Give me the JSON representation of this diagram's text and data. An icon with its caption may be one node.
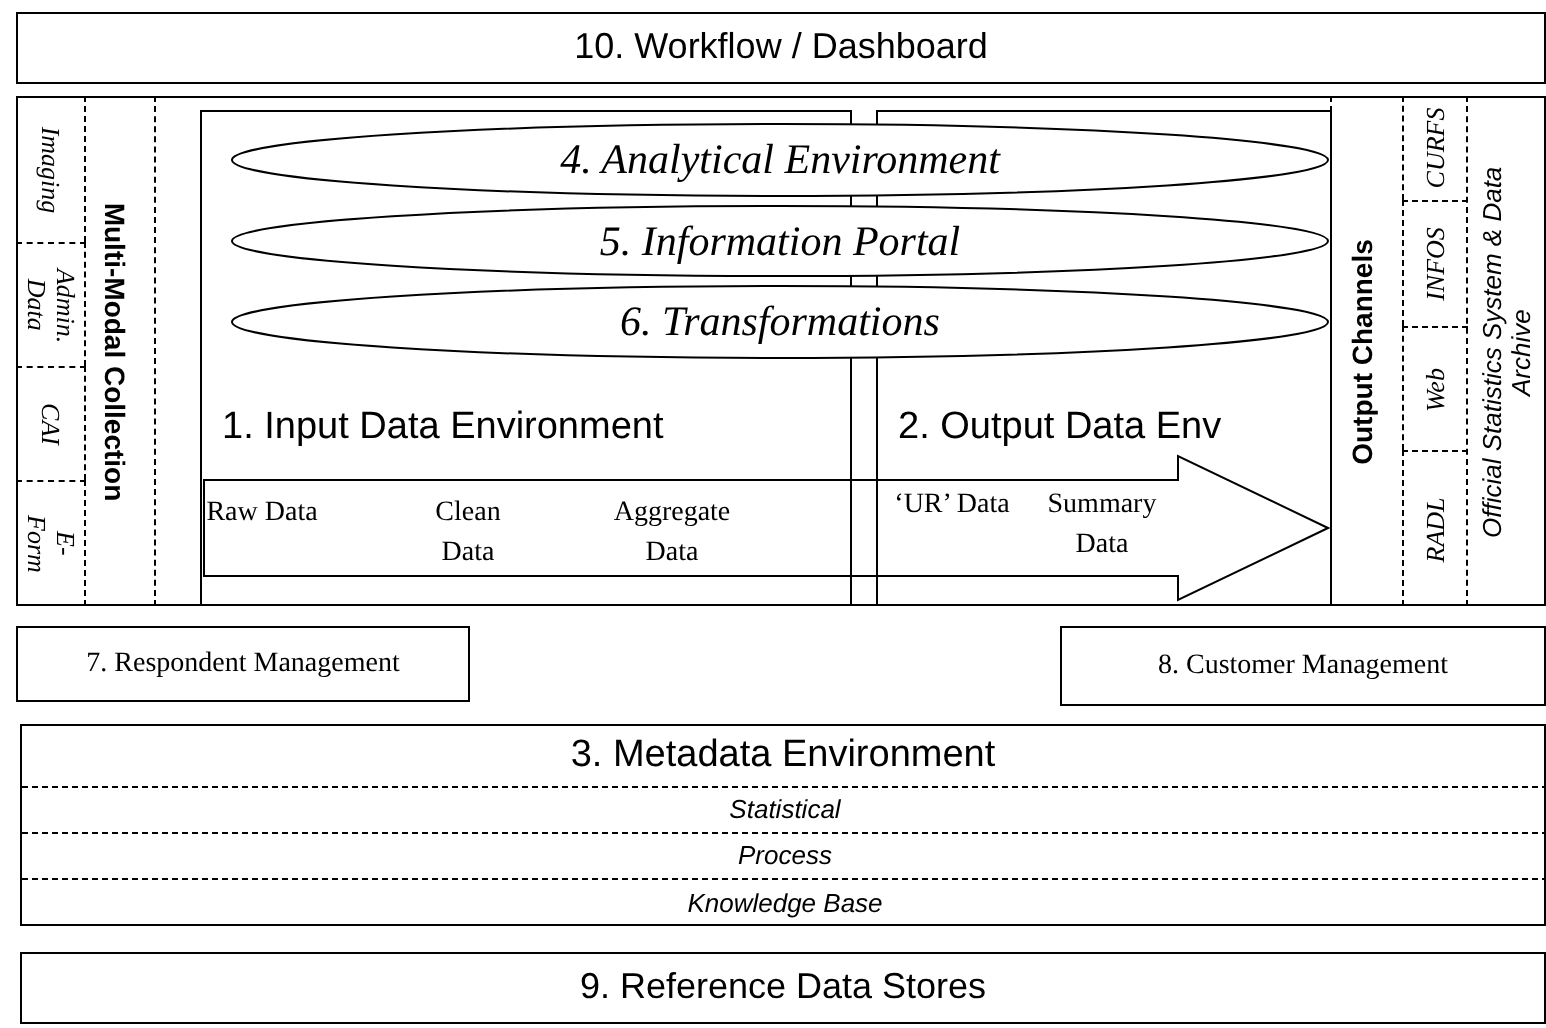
{
  "diagram": {
    "nodes": [
      {
        "text": [
          "10. Workflow / Dashboard"
        ]
      },
      {
        "text": [
          "Multi-Modal Collection"
        ]
      },
      {
        "text": [
          "Imaging"
        ],
        "in": 1
      },
      {
        "text": [
          "Admin. Data"
        ],
        "in": 1
      },
      {
        "text": [
          "CAI"
        ],
        "in": 1
      },
      {
        "text": [
          "E-Form"
        ],
        "in": 1
      },
      {
        "text": [
          "4. Analytical Environment"
        ]
      },
      {
        "text": [
          "5. Information Portal"
        ]
      },
      {
        "text": [
          "6. Transformations"
        ]
      },
      {
        "text": [
          "1. Input Data Environment"
        ]
      },
      {
        "text": [
          "2. Output Data Env"
        ]
      },
      {
        "text": [
          "Raw Data",
          "Clean Data",
          "Aggregate Data",
          "‘UR’ Data",
          "Summary Data"
        ]
      },
      {
        "text": [
          "Output Channels"
        ]
      },
      {
        "text": [
          "RADL"
        ],
        "in": 12
      },
      {
        "text": [
          "Web"
        ],
        "in": 12
      },
      {
        "text": [
          "INFOS"
        ],
        "in": 12
      },
      {
        "text": [
          "CURFS"
        ],
        "in": 12
      },
      {
        "text": [
          "Official Statistics System & Data Archive"
        ]
      },
      {
        "text": [
          "7. Respondent Management"
        ]
      },
      {
        "text": [
          "8. Customer Management"
        ]
      },
      {
        "text": [
          "3. Metadata Environment"
        ]
      },
      {
        "text": [
          "Statistical"
        ],
        "in": 20
      },
      {
        "text": [
          "Process"
        ],
        "in": 20
      },
      {
        "text": [
          "Knowledge Base"
        ],
        "in": 20
      },
      {
        "text": [
          "9. Reference Data Stores"
        ]
      }
    ],
    "edges": []
  }
}
